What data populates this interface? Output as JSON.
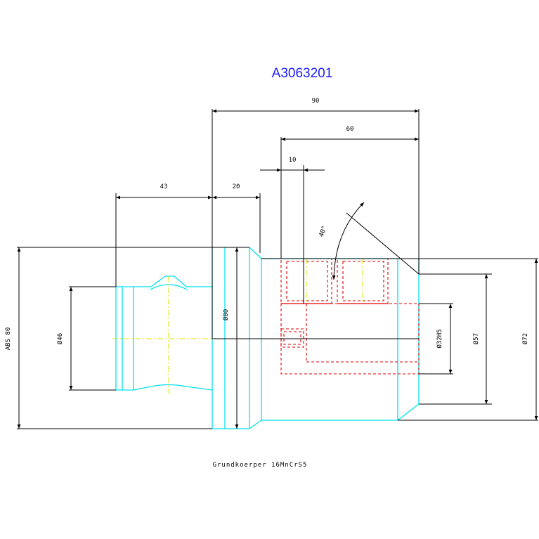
{
  "title": "A3063201",
  "caption": "Grundkoerper 16MnCrS5",
  "dimensions": {
    "d90": "90",
    "d60": "60",
    "d10": "10",
    "d43": "43",
    "d20": "20",
    "angle": "40°",
    "abs80": "ABS 80",
    "dia46": "Ø46",
    "dia80": "Ø80",
    "dia32": "Ø32H5",
    "dia57": "Ø57",
    "dia72": "Ø72"
  },
  "colors": {
    "outline": "#00e0ee",
    "hidden": "#e00000",
    "centerline": "#e0e000",
    "dimension": "#000000",
    "title": "#1c1cff"
  }
}
